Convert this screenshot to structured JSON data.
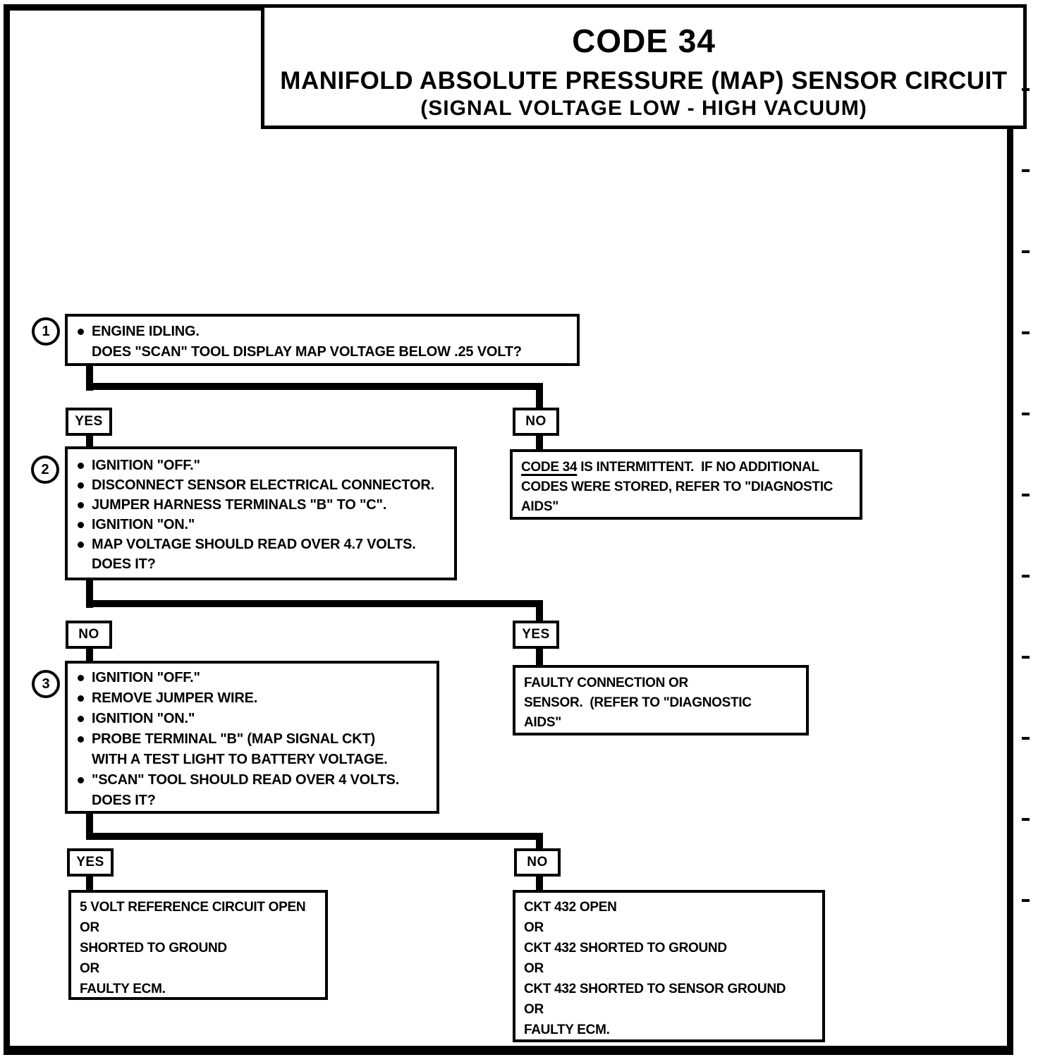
{
  "title": {
    "code": "CODE 34",
    "line1": "MANIFOLD ABSOLUTE PRESSURE (MAP) SENSOR CIRCUIT",
    "line2": "(SIGNAL VOLTAGE LOW - HIGH VACUUM)"
  },
  "steps": [
    {
      "number": "1",
      "lines": [
        {
          "bullet": true,
          "text": "ENGINE IDLING."
        },
        {
          "bullet": false,
          "text": "DOES \"SCAN\" TOOL DISPLAY MAP VOLTAGE BELOW .25 VOLT?"
        }
      ]
    },
    {
      "number": "2",
      "lines": [
        {
          "bullet": true,
          "text": "IGNITION \"OFF.\""
        },
        {
          "bullet": true,
          "text": "DISCONNECT SENSOR ELECTRICAL CONNECTOR."
        },
        {
          "bullet": true,
          "text": "JUMPER HARNESS TERMINALS \"B\" TO \"C\"."
        },
        {
          "bullet": true,
          "text": "IGNITION \"ON.\""
        },
        {
          "bullet": true,
          "text": "MAP VOLTAGE SHOULD READ OVER 4.7 VOLTS."
        },
        {
          "bullet": false,
          "text": "DOES IT?"
        }
      ]
    },
    {
      "number": "3",
      "lines": [
        {
          "bullet": true,
          "text": "IGNITION \"OFF.\""
        },
        {
          "bullet": true,
          "text": "REMOVE JUMPER WIRE."
        },
        {
          "bullet": true,
          "text": "IGNITION \"ON.\""
        },
        {
          "bullet": true,
          "text": "PROBE TERMINAL \"B\" (MAP SIGNAL CKT)"
        },
        {
          "bullet": false,
          "text": "WITH A TEST LIGHT TO BATTERY VOLTAGE."
        },
        {
          "bullet": true,
          "text": "\"SCAN\" TOOL SHOULD READ OVER 4 VOLTS."
        },
        {
          "bullet": false,
          "text": "DOES IT?"
        }
      ]
    }
  ],
  "branches": [
    {
      "left": "YES",
      "right": "NO"
    },
    {
      "left": "NO",
      "right": "YES"
    },
    {
      "left": "YES",
      "right": "NO"
    }
  ],
  "results": {
    "intermittent": {
      "underline": "CODE 34",
      "after_underline": " IS INTERMITTENT.  IF NO ADDITIONAL",
      "lines": [
        "CODES WERE STORED, REFER TO \"DIAGNOSTIC",
        "AIDS\""
      ]
    },
    "faulty_sensor": {
      "lines": [
        "FAULTY CONNECTION OR",
        "SENSOR.  (REFER TO \"DIAGNOSTIC",
        "AIDS\""
      ]
    },
    "five_volt": {
      "lines": [
        "5 VOLT REFERENCE CIRCUIT OPEN",
        "OR",
        "SHORTED TO GROUND",
        "OR",
        "FAULTY ECM."
      ]
    },
    "ckt_432": {
      "lines": [
        "CKT 432 OPEN",
        "OR",
        "CKT 432 SHORTED TO GROUND",
        "OR",
        "CKT 432 SHORTED TO SENSOR GROUND",
        "OR",
        "FAULTY ECM."
      ]
    }
  },
  "colors": {
    "ink": "#000000",
    "paper": "#ffffff"
  }
}
